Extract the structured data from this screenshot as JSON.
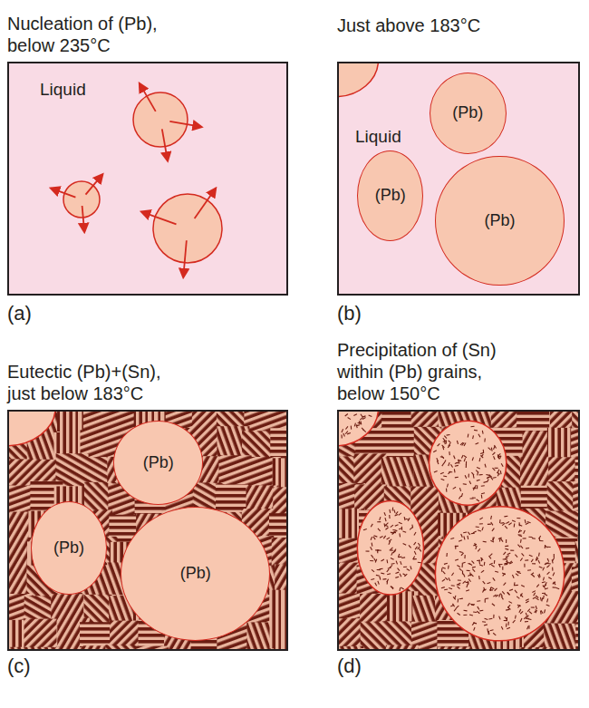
{
  "diagram": {
    "nodes": [
      {
        "text": [
          "Nucleation of (Pb), below 235°C",
          "Liquid"
        ]
      },
      {
        "text": [
          "Just above 183°C",
          "Liquid"
        ]
      },
      {
        "text": [
          "(Pb)"
        ],
        "in": 1
      },
      {
        "text": [
          "(Pb)"
        ],
        "in": 1
      },
      {
        "text": [
          "(Pb)"
        ],
        "in": 1
      },
      {
        "text": [
          "Eutectic (Pb)+(Sn), just below 183°C"
        ]
      },
      {
        "text": [
          "(Pb)"
        ],
        "in": 5
      },
      {
        "text": [
          "(Pb)"
        ],
        "in": 5
      },
      {
        "text": [
          "(Pb)"
        ],
        "in": 5
      },
      {
        "text": [
          "Precipitation of (Sn) within (Pb) grains, below 150°C"
        ]
      }
    ],
    "labels": [
      "(a)",
      "(b)",
      "(c)",
      "(d)"
    ]
  }
}
